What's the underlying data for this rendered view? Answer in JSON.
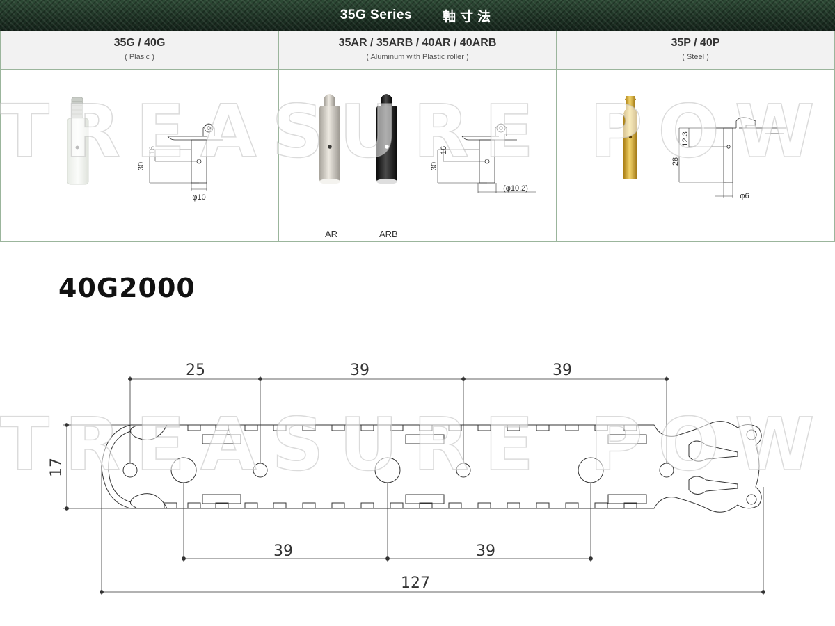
{
  "header": {
    "title": "35G Series",
    "subtitle": "軸寸法"
  },
  "panels": [
    {
      "title": "35G / 40G",
      "subtitle": "( Plasic )",
      "dims": {
        "d1": "30",
        "d2": "16",
        "d3": "φ10"
      }
    },
    {
      "title": "35AR / 35ARB / 40AR / 40ARB",
      "subtitle": "( Aluminum with Plastic roller )",
      "labels": [
        "AR",
        "ARB"
      ],
      "dims": {
        "d1": "30",
        "d2": "16",
        "d3": "(φ10.2)"
      }
    },
    {
      "title": "35P / 40P",
      "subtitle": "( Steel )",
      "dims": {
        "d1": "12.3",
        "d2": "28",
        "d3": "φ6"
      }
    }
  ],
  "model": "40G2000",
  "drawing_dims": {
    "top": [
      "25",
      "39",
      "39"
    ],
    "bottom": [
      "39",
      "39"
    ],
    "overall": "127",
    "height": "17"
  },
  "watermark": "TREASURE POWER.",
  "colors": {
    "header_bg": "#1f3326",
    "panel_border": "#9bb59c",
    "brass": "#d4a52a",
    "line": "#333333"
  }
}
